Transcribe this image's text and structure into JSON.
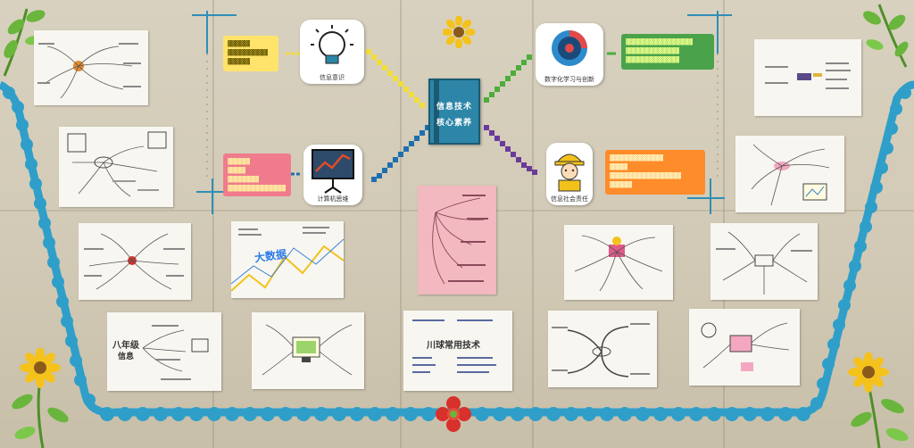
{
  "center": {
    "title_line1": "信息技术",
    "title_line2": "核心素养"
  },
  "icon_cards": [
    {
      "id": "info-awareness",
      "label": "信息意识",
      "icon": "lightbulb-icon"
    },
    {
      "id": "computational-thinking",
      "label": "计算机思维",
      "icon": "chart-screen-icon"
    },
    {
      "id": "digital-learning",
      "label": "数字化学习与创新",
      "icon": "target-disc-icon"
    },
    {
      "id": "info-responsibility",
      "label": "信息社会责任",
      "icon": "worker-helmet-icon"
    }
  ],
  "notes": {
    "yellow": [
      "▓▓▓▓▓",
      "▓▓▓▓▓▓▓▓▓",
      "▓▓▓▓▓"
    ],
    "green": [
      "▓▓▓▓▓▓▓▓▓▓▓▓▓▓▓",
      "▓▓▓▓▓▓▓▓▓▓▓▓",
      "▓▓▓▓▓▓▓▓▓▓▓▓"
    ],
    "pink": [
      "▓▓▓▓▓",
      "▓▓▓▓",
      "▓▓▓▓▓▓▓",
      "▓▓▓▓▓▓▓▓▓▓▓▓▓"
    ],
    "orange": [
      "▓▓▓▓▓▓▓▓▓▓▓▓",
      "▓▓▓▓",
      "▓▓▓▓▓▓▓▓▓▓▓▓▓▓▓▓",
      "▓▓▓▓▓"
    ]
  },
  "handwritten": {
    "grade": "八年级",
    "grade_sub": "信息",
    "big_data": "大数据",
    "bottom_title": "川球常用技术"
  },
  "colors": {
    "border_blue": "#2f9fc9",
    "leaf_green": "#6ab53c",
    "flower_yellow": "#f4c21b",
    "flower_red": "#d8302a",
    "book_blue": "#2d86a8"
  }
}
